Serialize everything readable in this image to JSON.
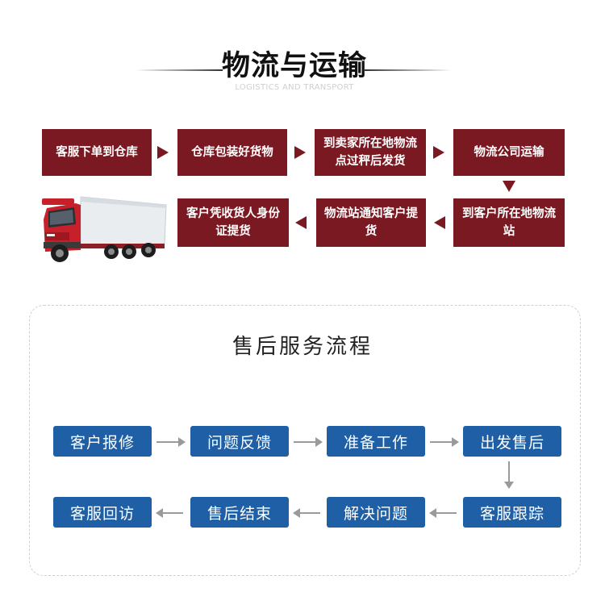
{
  "logistics": {
    "title": "物流与运输",
    "subtitle": "LOGISTICS AND TRANSPORT",
    "steps": [
      "客服下单到仓库",
      "仓库包装好货物",
      "到卖家所在地物流点过秤后发货",
      "物流公司运输",
      "到客户所在地物流站",
      "物流站通知客户提货",
      "客户凭收货人身份证提货"
    ],
    "colors": {
      "box": "#7b1922",
      "truck_cab": "#c8202a",
      "trailer": "#e8ecef"
    },
    "image": "red-truck-icon"
  },
  "after_sales": {
    "title": "售后服务流程",
    "steps": [
      "客户报修",
      "问题反馈",
      "准备工作",
      "出发售后",
      "客服跟踪",
      "解决问题",
      "售后结束",
      "客服回访"
    ],
    "colors": {
      "box": "#1f5fa6",
      "arrow": "#9a9a9a"
    }
  }
}
